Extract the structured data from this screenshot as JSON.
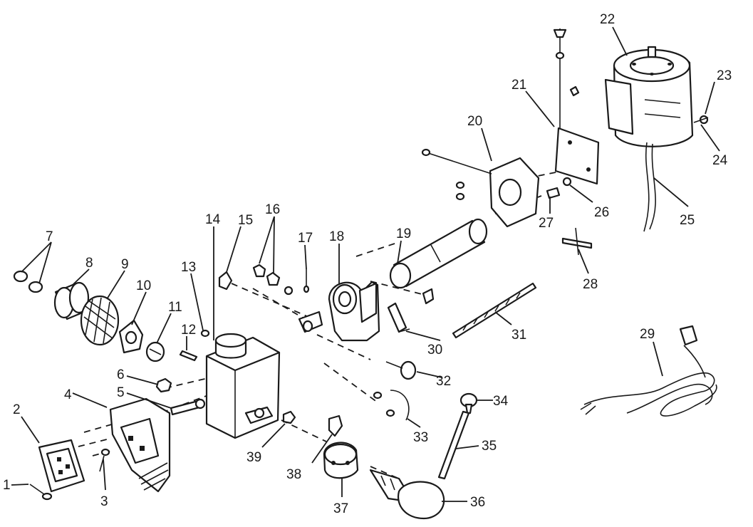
{
  "parts": [
    {
      "label": "1"
    },
    {
      "label": "2"
    },
    {
      "label": "3"
    },
    {
      "label": "4"
    },
    {
      "label": "5"
    },
    {
      "label": "6"
    },
    {
      "label": "7"
    },
    {
      "label": "8"
    },
    {
      "label": "9"
    },
    {
      "label": "10"
    },
    {
      "label": "11"
    },
    {
      "label": "12"
    },
    {
      "label": "13"
    },
    {
      "label": "14"
    },
    {
      "label": "15"
    },
    {
      "label": "16"
    },
    {
      "label": "17"
    },
    {
      "label": "18"
    },
    {
      "label": "19"
    },
    {
      "label": "20"
    },
    {
      "label": "21"
    },
    {
      "label": "22"
    },
    {
      "label": "23"
    },
    {
      "label": "24"
    },
    {
      "label": "25"
    },
    {
      "label": "26"
    },
    {
      "label": "27"
    },
    {
      "label": "28"
    },
    {
      "label": "29"
    },
    {
      "label": "30"
    },
    {
      "label": "31"
    },
    {
      "label": "32"
    },
    {
      "label": "33"
    },
    {
      "label": "34"
    },
    {
      "label": "35"
    },
    {
      "label": "36"
    },
    {
      "label": "37"
    },
    {
      "label": "38"
    },
    {
      "label": "39"
    }
  ]
}
